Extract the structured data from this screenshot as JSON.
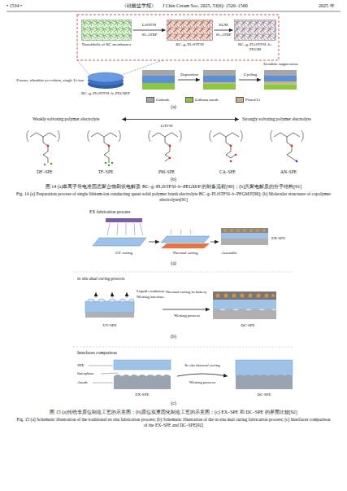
{
  "diagram": {
    "nodes": [
      {
        "text": [
          "Nanofibrils of BC membranes"
        ]
      },
      {
        "text": [
          "BC–g–PLiSTFSI"
        ]
      },
      {
        "text": [
          "BC–g–PLiSTFSI–b–PEGM"
        ]
      }
    ],
    "edges": [
      {
        "from": 0,
        "to": 1,
        "label": "LiSTFSI",
        "arrow": "to"
      },
      {
        "from": 1,
        "to": 2,
        "label": "EGM",
        "arrow": "to"
      }
    ],
    "labels": [
      "• 1534 •",
      "《硅酸盐学报》",
      "J Chin Ceram Soc, 2025, 53(6): 1520–1560",
      "2025 年",
      "SI–ATRP",
      "SI–ATRP",
      "Porous, ultrathin yet robust, single Li-ion",
      "BC–g–PLiSTFSI–b–PEGM/P",
      "Deposition",
      "Cycling",
      "Dendrite suppression",
      "(a)",
      "Weakly solvating polymer electrolyte",
      "Strongly solvating polymer electrolyte",
      "LiTFSI",
      "DF–SPE",
      "TF–SPE",
      "PM–SPE",
      "CA–SPE",
      "AN–SPE",
      "(b)",
      "图 14 (a)单离子导电准固态聚合物刷状电解质 BC–g–PLiSTFSI–b–PEGM/P 的制备流程[90]；(b)共聚电解质的分子结构[91]",
      "Fig. 14 (a) Preparation process of single lithium-ion conducting quasi-solid polymer brush electrolyte BC–g–PLiSTFSI–b–PEGM/P[90]; (b) Molecular structures of copolymer electrolytes[91]",
      "EX fabrication process",
      "UV curing",
      "Thermal curing",
      "Assemble",
      "EX-SPE",
      "(a)",
      "in situ dual curing process",
      "Liquid exudation",
      "Wetting interface",
      "Thermal curing in battery",
      "UV-SPE",
      "Wetting process",
      "DC-SPE",
      "(b)",
      "Interfaces comparison",
      "SPE",
      "Interphase",
      "Anode",
      "EX-SPE",
      "In situ thermal curing",
      "Wetting process",
      "DC-SPE",
      "(c)",
      "图 15 (a)传统非原位制造工艺的示意图；(b)原位双重固化制造工艺的示意图；(c) EX–SPE 和 DC–SPE 的界面比较[92]",
      "Fig. 15 (a) Schematic illustration of the traditional ex situ fabrication process; (b) Schematic illustration of the in situ dual curing fabrication process; (c) Interfaces comparison of the EX–SPE and DC–SPE[92]"
    ],
    "legend": [
      {
        "text": "Cathode",
        "color": "#a6a6a6"
      },
      {
        "text": "Lithium anode",
        "color": "#8dc63f"
      },
      {
        "text": "Plated Li",
        "color": "#c8b48a"
      }
    ]
  }
}
